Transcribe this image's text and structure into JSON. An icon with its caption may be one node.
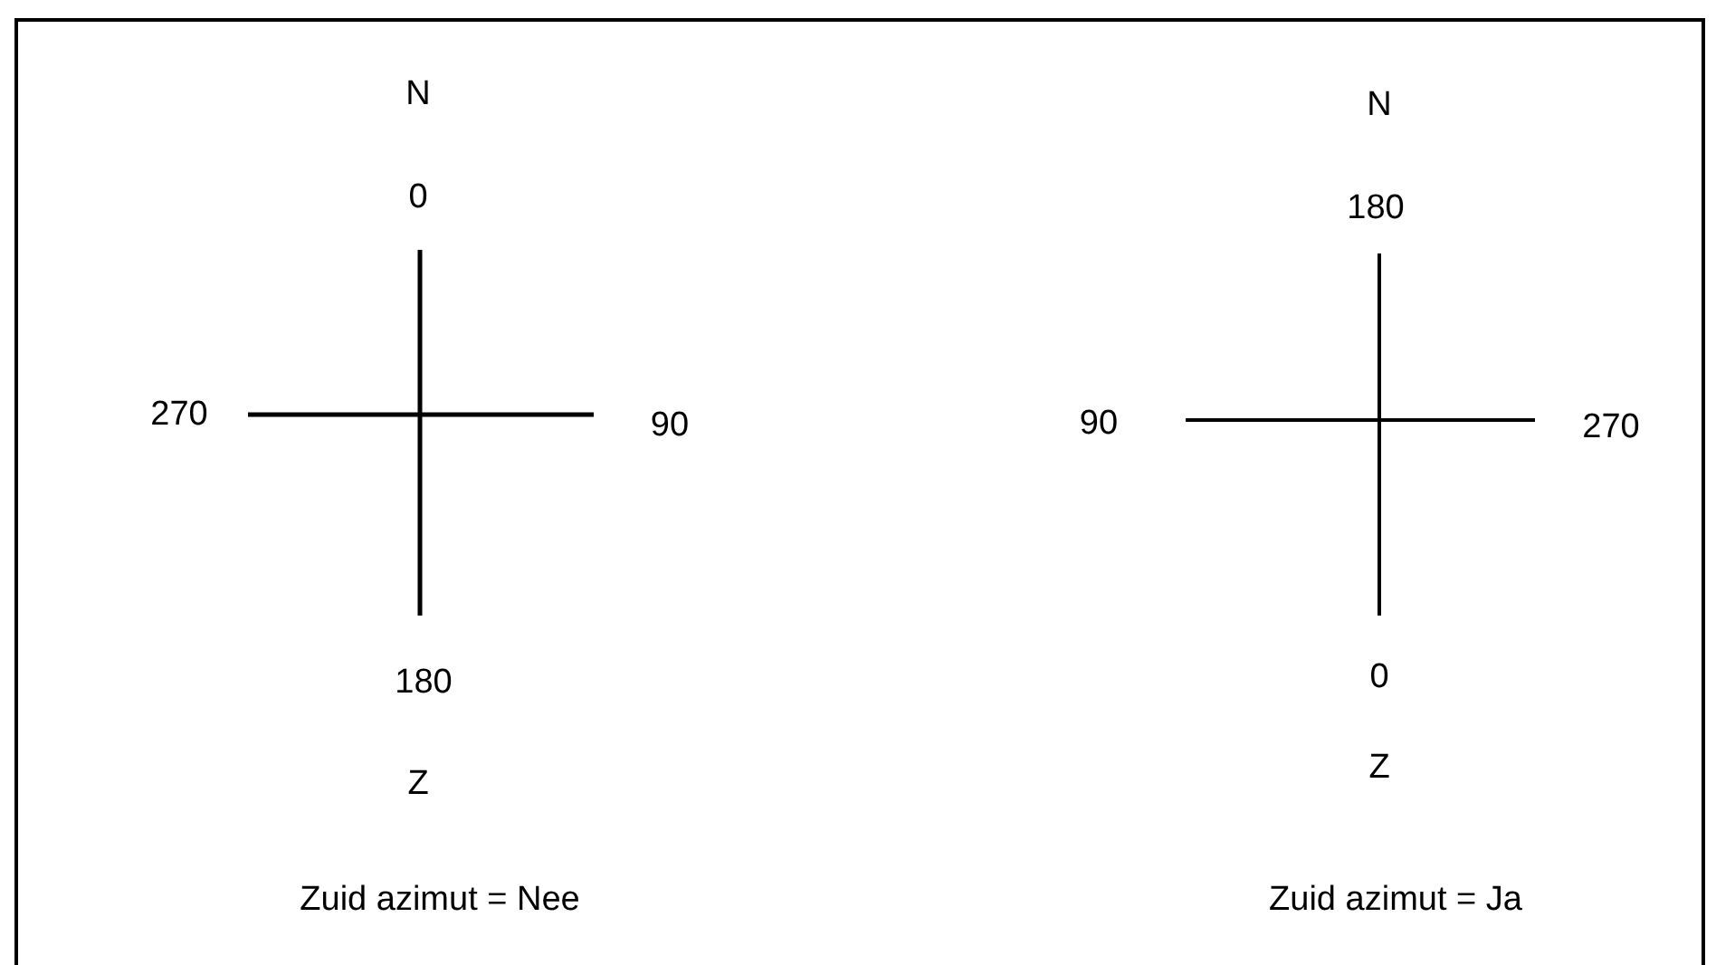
{
  "diagram": {
    "labels": [
      "N",
      "0",
      "270",
      "90",
      "180",
      "Z",
      "Zuid azimut = Nee",
      "N",
      "180",
      "90",
      "270",
      "0",
      "Z",
      "Zuid azimut = Ja"
    ]
  }
}
